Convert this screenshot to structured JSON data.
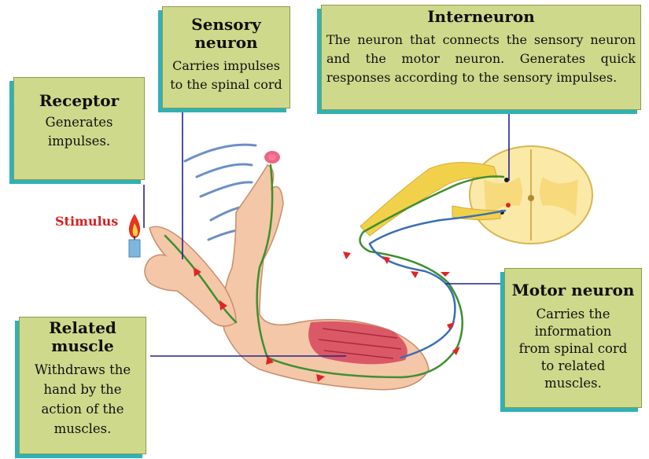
{
  "colors": {
    "box_fill": "#cfd98c",
    "box_shadow": "#2fb1b6",
    "connector_line": "#24248c",
    "nerve_green": "#3e8f2f",
    "nerve_blue": "#3a6fb5",
    "nerve_yellow": "#f2d14a",
    "arrow_red": "#e02424",
    "stimulus_text": "#d62121"
  },
  "labels": {
    "receptor": {
      "title": "Receptor",
      "desc": "Generates impulses."
    },
    "sensory_neuron": {
      "title": "Sensory neuron",
      "desc": "Carries impulses to the spinal cord"
    },
    "interneuron": {
      "title": "Interneuron",
      "desc": "The neuron that connects the sensory neuron and the motor neuron. Generates quick responses according to the sensory impulses."
    },
    "motor_neuron": {
      "title": "Motor neuron",
      "desc": "Carries the information from spinal cord to related muscles."
    },
    "related_muscle": {
      "title": "Related muscle",
      "desc": "Withdraws the hand by the action of the muscles."
    },
    "stimulus": "Stimulus"
  },
  "icons": [
    "candle-flame-icon",
    "spinal-cord-cross-section",
    "arm-illustration"
  ]
}
